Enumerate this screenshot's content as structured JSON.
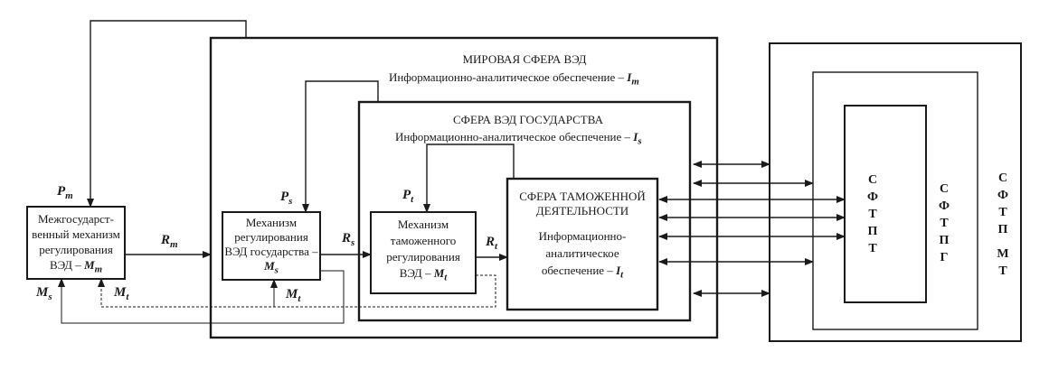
{
  "world": {
    "title": "МИРОВАЯ СФЕРА ВЭД",
    "info": "Информационно-аналитическое обеспечение –",
    "info_sym": "I",
    "info_sub": "m"
  },
  "state": {
    "title": "СФЕРА ВЭД ГОСУДАРСТВА",
    "info": "Информационно-аналитическое обеспечение –",
    "info_sym": "I",
    "info_sub": "s"
  },
  "customs": {
    "title_line1": "СФЕРА ТАМОЖЕННОЙ",
    "title_line2": "ДЕЯТЕЛЬНОСТИ",
    "info_line1": "Информационно-",
    "info_line2": "аналитическое",
    "info_line3": "обеспечение –",
    "info_sym": "I",
    "info_sub": "t"
  },
  "interstate_box": {
    "line1": "Межгосударст-",
    "line2": "венный механизм",
    "line3": "регулирования",
    "line4": "ВЭД –",
    "sym": "M",
    "sub": "m"
  },
  "state_box": {
    "line1": "Механизм",
    "line2": "регулирования",
    "line3": "ВЭД государства –",
    "sym": "M",
    "sub": "s"
  },
  "customs_box": {
    "line1": "Механизм",
    "line2": "таможенного",
    "line3": "регулирования",
    "line4": "ВЭД –",
    "sym": "M",
    "sub": "t"
  },
  "signals": {
    "P": "P",
    "R": "R",
    "M": "M",
    "m": "m",
    "s": "s",
    "t": "t"
  },
  "right_columns": {
    "inner": [
      "С",
      "Ф",
      "Т",
      "П",
      "Т"
    ],
    "middle": [
      "С",
      "Ф",
      "Т",
      "П",
      "Г"
    ],
    "outer": [
      "С",
      "Ф",
      "Т",
      "П",
      "М",
      "Т"
    ]
  }
}
